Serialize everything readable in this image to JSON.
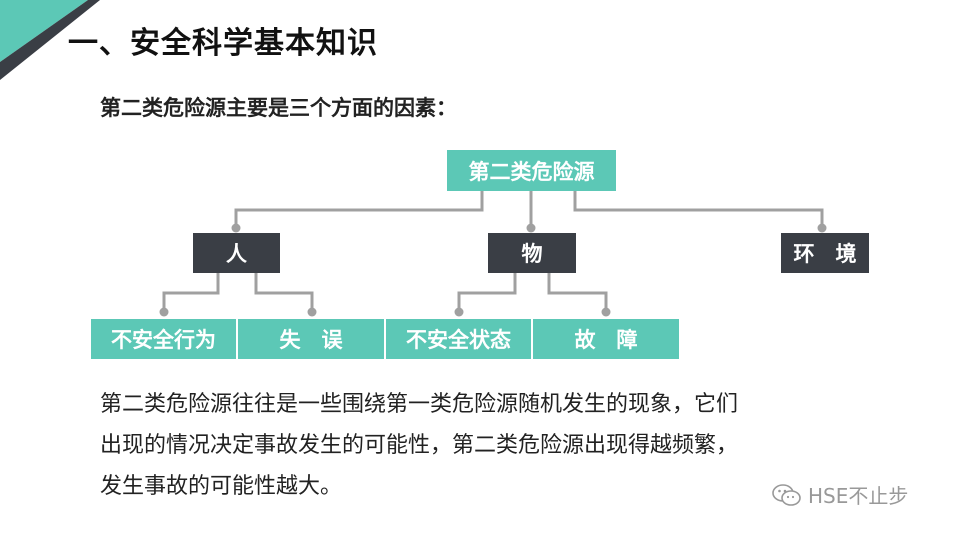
{
  "header": {
    "title": "一、安全科学基本知识"
  },
  "subtitle": "第二类危险源主要是三个方面的因素：",
  "diagram": {
    "root": "第二类危险源",
    "categories": [
      {
        "label": "人",
        "children": [
          "不安全行为",
          "失　误"
        ]
      },
      {
        "label": "物",
        "children": [
          "不安全状态",
          "故　障"
        ]
      },
      {
        "label": "环　境",
        "children": []
      }
    ]
  },
  "body": {
    "lines": [
      "第二类危险源往往是一些围绕第一类危险源随机发生的现象，它们",
      "出现的情况决定事故发生的可能性，第二类危险源出现得越频繁，",
      "发生事故的可能性越大。"
    ]
  },
  "watermark": {
    "text": "HSE不止步"
  },
  "colors": {
    "teal": "#5cc8b6",
    "dark": "#3a3e45",
    "connector": "#a0a0a0"
  }
}
